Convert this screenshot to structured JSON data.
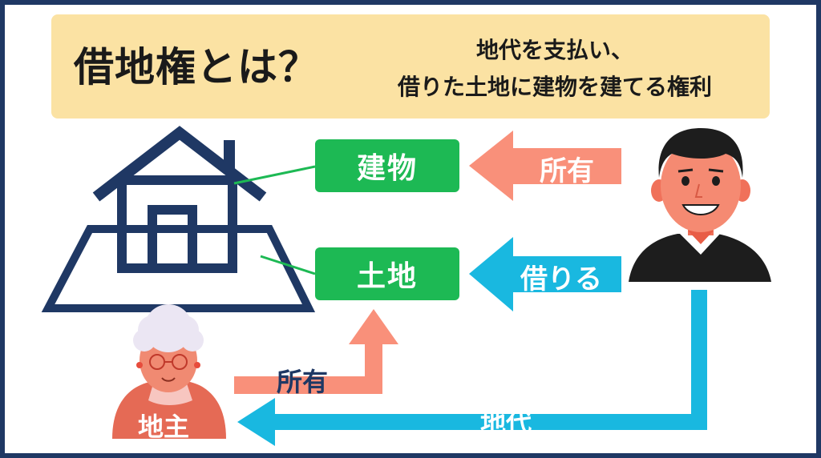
{
  "header": {
    "title": "借地権とは？",
    "subtitle_line1": "地代を支払い、",
    "subtitle_line2": "借りた土地に建物を建てる権利"
  },
  "nodes": {
    "building": "建物",
    "land": "土地",
    "landowner": "地主"
  },
  "arrows": {
    "tenant_owns_building": "所有",
    "tenant_borrows_land": "借りる",
    "landowner_owns_land": "所有",
    "tenant_pays_rent": "地代"
  },
  "colors": {
    "frame": "#1f3864",
    "banner": "#fbe2a3",
    "green": "#1db954",
    "salmon": "#f9907a",
    "cyan": "#19b8e0"
  }
}
